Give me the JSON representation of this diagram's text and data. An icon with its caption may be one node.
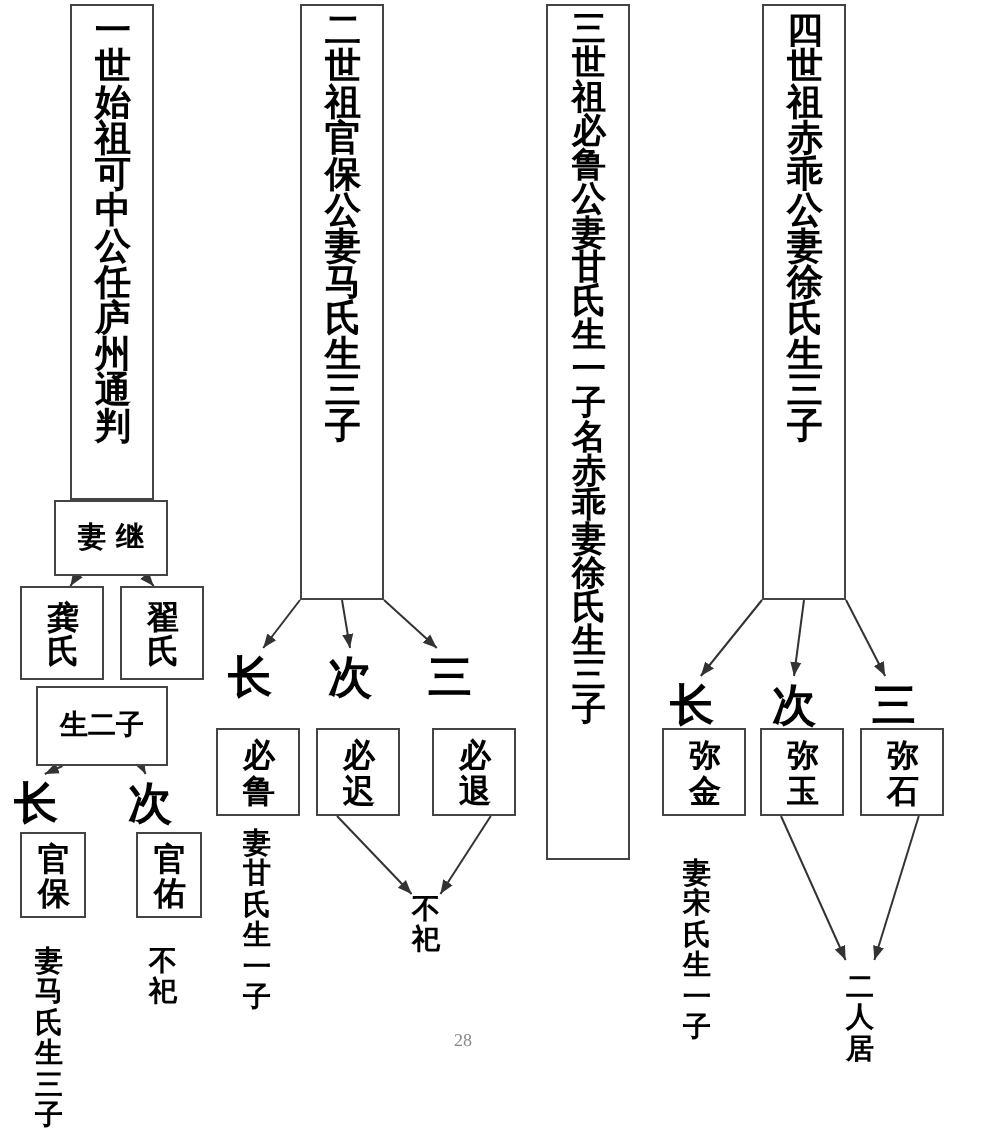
{
  "diagram": {
    "nodes": [
      {
        "text": [
          "一世始祖可中公任庐州通判"
        ]
      },
      {
        "text": [
          "妻 继"
        ]
      },
      {
        "text": [
          "龚氏"
        ]
      },
      {
        "text": [
          "翟氏"
        ]
      },
      {
        "text": [
          "生二子"
        ]
      },
      {
        "text": [
          "长"
        ]
      },
      {
        "text": [
          "次"
        ]
      },
      {
        "text": [
          "官保"
        ],
        "beside": [
          "妻马氏生三子"
        ]
      },
      {
        "text": [
          "官佑"
        ],
        "beside": [
          "不祀"
        ]
      },
      {
        "text": [
          "二世祖官保公妻马氏生三子"
        ]
      },
      {
        "text": [
          "长"
        ]
      },
      {
        "text": [
          "次"
        ]
      },
      {
        "text": [
          "三"
        ]
      },
      {
        "text": [
          "必鲁"
        ],
        "beside": [
          "妻甘氏生一子"
        ]
      },
      {
        "text": [
          "必迟"
        ]
      },
      {
        "text": [
          "必退"
        ]
      },
      {
        "text": [
          "不祀"
        ]
      },
      {
        "text": [
          "三世祖必鲁公妻甘氏生一子名赤乖妻徐氏生三子"
        ]
      },
      {
        "text": [
          "四世祖赤乖公妻徐氏生三子"
        ]
      },
      {
        "text": [
          "长"
        ]
      },
      {
        "text": [
          "次"
        ]
      },
      {
        "text": [
          "三"
        ]
      },
      {
        "text": [
          "弥金"
        ],
        "beside": [
          "妻宋氏生一子"
        ]
      },
      {
        "text": [
          "弥玉"
        ]
      },
      {
        "text": [
          "弥石"
        ]
      },
      {
        "text": [
          "二人居"
        ]
      }
    ],
    "edges": [
      {
        "from": 1,
        "to": 2,
        "arrow": "to"
      },
      {
        "from": 1,
        "to": 3,
        "arrow": "to"
      },
      {
        "from": 4,
        "to": 5,
        "arrow": "to"
      },
      {
        "from": 4,
        "to": 6,
        "arrow": "to"
      },
      {
        "from": 9,
        "to": 10,
        "arrow": "to"
      },
      {
        "from": 9,
        "to": 11,
        "arrow": "to"
      },
      {
        "from": 9,
        "to": 12,
        "arrow": "to"
      },
      {
        "from": 14,
        "to": 16,
        "arrow": "to"
      },
      {
        "from": 15,
        "to": 16,
        "arrow": "to"
      },
      {
        "from": 18,
        "to": 19,
        "arrow": "to"
      },
      {
        "from": 18,
        "to": 20,
        "arrow": "to"
      },
      {
        "from": 18,
        "to": 21,
        "arrow": "to"
      },
      {
        "from": 23,
        "to": 25,
        "arrow": "to"
      },
      {
        "from": 24,
        "to": 25,
        "arrow": "to"
      }
    ],
    "labels": [
      "28"
    ]
  }
}
